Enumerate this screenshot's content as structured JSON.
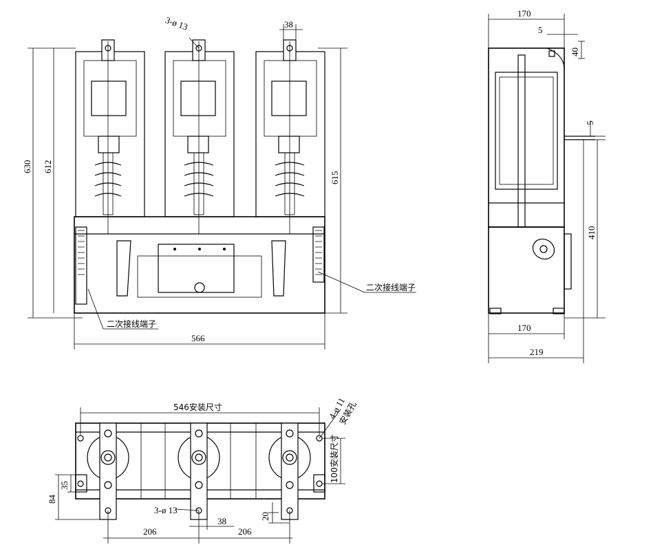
{
  "front_view": {
    "holes_label": "3-ø 13",
    "spacing_label": "38",
    "height_total": "630",
    "height_inner": "612",
    "height_right": "615",
    "terminal_label_right": "二次接线端子",
    "terminal_label_left": "二次接线端子",
    "width_label": "566"
  },
  "side_view": {
    "width_top": "170",
    "offset_5_top": "5",
    "offset_40": "40",
    "offset_5_mid": "5",
    "height_410": "410",
    "width_bottom": "170",
    "width_total": "219"
  },
  "top_view": {
    "mount_width_label": "546安装尺寸",
    "holes_mount_label": "4-ø 11",
    "holes_mount_sub": "安装孔",
    "mount_depth_label": "100安装尺寸",
    "dim_84": "84",
    "dim_35": "35",
    "holes_label": "3-ø 13",
    "spacing_label": "38",
    "dim_20": "20",
    "pitch_left": "206",
    "pitch_right": "206"
  }
}
